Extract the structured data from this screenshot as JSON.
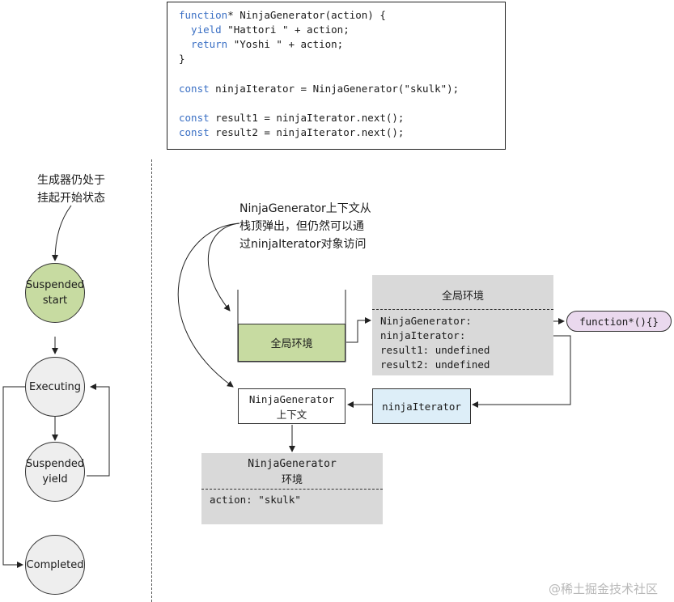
{
  "code": {
    "lines": [
      {
        "kw": "function",
        "rest": "* NinjaGenerator(action) {"
      },
      {
        "kw": "  yield",
        "rest": " \"Hattori \" + action;"
      },
      {
        "kw": "  return",
        "rest": " \"Yoshi \" + action;"
      },
      {
        "kw": "",
        "rest": "}"
      },
      {
        "kw": "const",
        "rest": " ninjaIterator = NinjaGenerator(\"skulk\");"
      },
      {
        "kw": "const",
        "rest": " result1 = ninjaIterator.next();"
      },
      {
        "kw": "const",
        "rest": " result2 = ninjaIterator.next();"
      }
    ]
  },
  "left": {
    "note_line1": "生成器仍处于",
    "note_line2": "挂起开始状态",
    "states": {
      "suspended_start": [
        "Suspended",
        "start"
      ],
      "executing": [
        "Executing"
      ],
      "suspended_yield": [
        "Suspended",
        "yield"
      ],
      "completed": [
        "Completed"
      ]
    }
  },
  "right": {
    "note_line1": "NinjaGenerator上下文从",
    "note_line2": "栈顶弹出，但仍然可以通",
    "note_line3": "过ninjaIterator对象访问",
    "stack_item": "全局环境",
    "global_env": {
      "title": "全局环境",
      "entries": [
        "NinjaGenerator:",
        "ninjaIterator:",
        "result1: undefined",
        "result2: undefined"
      ]
    },
    "function_ref": "function*(){}",
    "context_box": [
      "NinjaGenerator",
      "上下文"
    ],
    "iterator_box": "ninjaIterator",
    "generator_env": {
      "title": [
        "NinjaGenerator",
        "环境"
      ],
      "entries": [
        "action: \"skulk\""
      ]
    }
  },
  "watermark": "@稀土掘金技术社区",
  "colors": {
    "keyword": "#3a6fc4",
    "suspended_start_fill": "#c7dba1",
    "state_fill": "#eeeeee",
    "env_fill": "#d9d9d9",
    "function_pill_fill": "#ead9ee",
    "iterator_fill": "#ddeef8"
  }
}
